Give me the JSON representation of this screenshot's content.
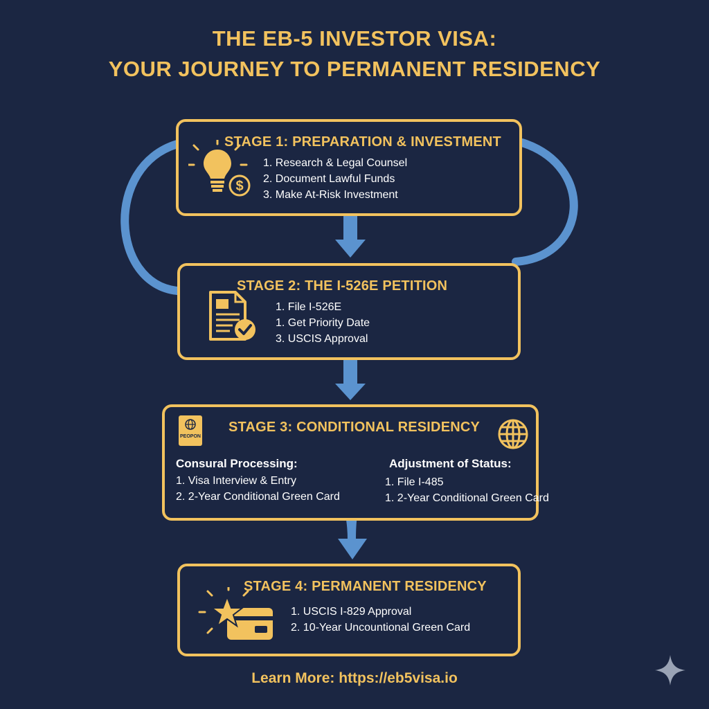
{
  "title": {
    "line1": "THE EB-5 INVESTOR VISA:",
    "line2": "YOUR JOURNEY TO PERMANENT RESIDENCY"
  },
  "stages": [
    {
      "title": "STAGE 1: PREPARATION & INVESTMENT",
      "icon": "lightbulb-dollar-icon",
      "steps": [
        "1. Research & Legal Counsel",
        "2. Document Lawful Funds",
        "3. Make At-Risk Investment"
      ]
    },
    {
      "title": "STAGE 2: THE I-526E PETITION",
      "icon": "document-check-icon",
      "steps": [
        "1. File I-526E",
        "1. Get Priority Date",
        "3. USCIS Approval"
      ]
    },
    {
      "title": "STAGE 3: CONDITIONAL RESIDENCY",
      "icon": "passport-icon",
      "icon_right": "globe-icon",
      "passport_label": "PEOPON",
      "left": {
        "heading": "Consural Processing:",
        "steps": [
          "1. Visa Interview & Entry",
          "2. 2-Year Conditional Green Card"
        ]
      },
      "right": {
        "heading": "Adjustment of Status:",
        "steps": [
          "1. File I-485",
          "1. 2-Year Conditional Green Card"
        ]
      }
    },
    {
      "title": "STAGE 4: PERMANENT RESIDENCY",
      "icon": "star-card-icon",
      "steps": [
        "1. USCIS I-829 Approval",
        "2. 10-Year Uncountional Green Card"
      ]
    }
  ],
  "footer": "Learn More: https://eb5visa.io",
  "colors": {
    "background": "#1b2642",
    "accent": "#f2c25e",
    "arrow": "#5b93cf",
    "text": "#ffffff"
  }
}
